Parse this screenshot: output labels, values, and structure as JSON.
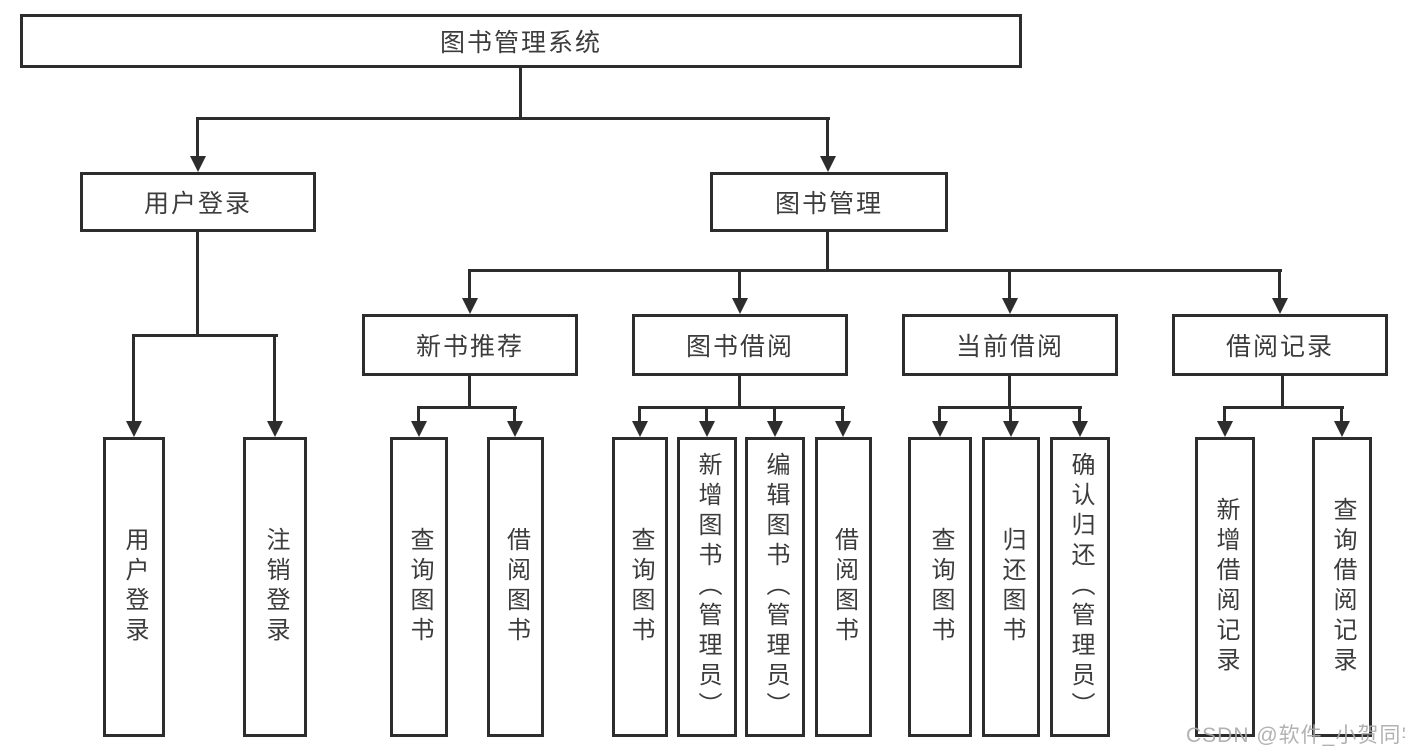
{
  "tree": {
    "root": {
      "label": "图书管理系统"
    },
    "user_login": {
      "label": "用户登录",
      "children": [
        {
          "label": "用户登录"
        },
        {
          "label": "注销登录"
        }
      ]
    },
    "book_mgmt": {
      "label": "图书管理",
      "children": [
        {
          "label": "新书推荐",
          "children": [
            {
              "label": "查询图书"
            },
            {
              "label": "借阅图书"
            }
          ]
        },
        {
          "label": "图书借阅",
          "children": [
            {
              "label": "查询图书"
            },
            {
              "label": "新增图书（管理员）"
            },
            {
              "label": "编辑图书（管理员）"
            },
            {
              "label": "借阅图书"
            }
          ]
        },
        {
          "label": "当前借阅",
          "children": [
            {
              "label": "查询图书"
            },
            {
              "label": "归还图书"
            },
            {
              "label": "确认归还（管理员）"
            }
          ]
        },
        {
          "label": "借阅记录",
          "children": [
            {
              "label": "新增借阅记录"
            },
            {
              "label": "查询借阅记录"
            }
          ]
        }
      ]
    }
  },
  "watermark": {
    "text": "CSDN @软件_小贺同学"
  },
  "colors": {
    "border": "#2d2d2d",
    "text": "#3c3c3c",
    "background": "#ffffff",
    "watermark": "#aaaaaa"
  }
}
